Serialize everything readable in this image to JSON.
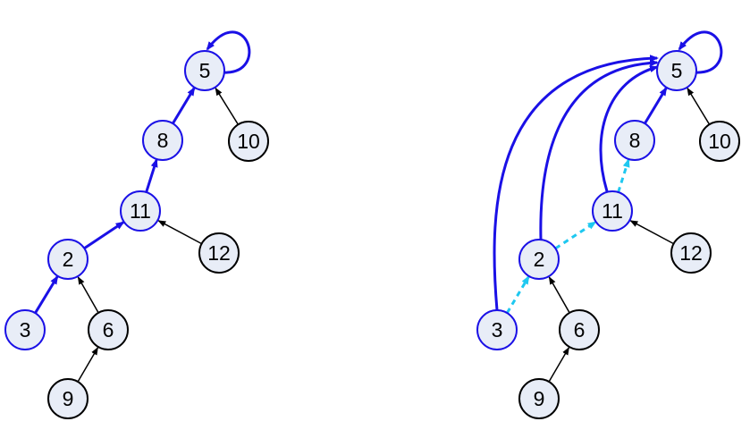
{
  "colors": {
    "node_fill": "#e8edf7",
    "highlight": "#1a10e6",
    "normal": "#000000",
    "compressed": "#1ec8f0"
  },
  "diagrams": [
    {
      "id": "before",
      "nodes": [
        {
          "label": "5",
          "highlight": true
        },
        {
          "label": "10",
          "highlight": false
        },
        {
          "label": "8",
          "highlight": true
        },
        {
          "label": "11",
          "highlight": true
        },
        {
          "label": "12",
          "highlight": false
        },
        {
          "label": "2",
          "highlight": true
        },
        {
          "label": "3",
          "highlight": true
        },
        {
          "label": "6",
          "highlight": false
        },
        {
          "label": "9",
          "highlight": false
        }
      ],
      "edges": [
        {
          "from": "5",
          "to": "5",
          "style": "highlight"
        },
        {
          "from": "10",
          "to": "5",
          "style": "normal"
        },
        {
          "from": "8",
          "to": "5",
          "style": "highlight"
        },
        {
          "from": "11",
          "to": "8",
          "style": "highlight"
        },
        {
          "from": "12",
          "to": "11",
          "style": "normal"
        },
        {
          "from": "2",
          "to": "11",
          "style": "highlight"
        },
        {
          "from": "3",
          "to": "2",
          "style": "highlight"
        },
        {
          "from": "6",
          "to": "2",
          "style": "normal"
        },
        {
          "from": "9",
          "to": "6",
          "style": "normal"
        }
      ]
    },
    {
      "id": "after",
      "nodes": [
        {
          "label": "5",
          "highlight": true
        },
        {
          "label": "10",
          "highlight": false
        },
        {
          "label": "8",
          "highlight": true
        },
        {
          "label": "11",
          "highlight": true
        },
        {
          "label": "12",
          "highlight": false
        },
        {
          "label": "2",
          "highlight": true
        },
        {
          "label": "3",
          "highlight": true
        },
        {
          "label": "6",
          "highlight": false
        },
        {
          "label": "9",
          "highlight": false
        }
      ],
      "edges": [
        {
          "from": "5",
          "to": "5",
          "style": "highlight"
        },
        {
          "from": "10",
          "to": "5",
          "style": "normal"
        },
        {
          "from": "8",
          "to": "5",
          "style": "highlight"
        },
        {
          "from": "11",
          "to": "8",
          "style": "compressed"
        },
        {
          "from": "11",
          "to": "5",
          "style": "highlight"
        },
        {
          "from": "12",
          "to": "11",
          "style": "normal"
        },
        {
          "from": "2",
          "to": "11",
          "style": "compressed"
        },
        {
          "from": "2",
          "to": "5",
          "style": "highlight"
        },
        {
          "from": "3",
          "to": "2",
          "style": "compressed"
        },
        {
          "from": "3",
          "to": "5",
          "style": "highlight"
        },
        {
          "from": "6",
          "to": "2",
          "style": "normal"
        },
        {
          "from": "9",
          "to": "6",
          "style": "normal"
        }
      ]
    }
  ]
}
